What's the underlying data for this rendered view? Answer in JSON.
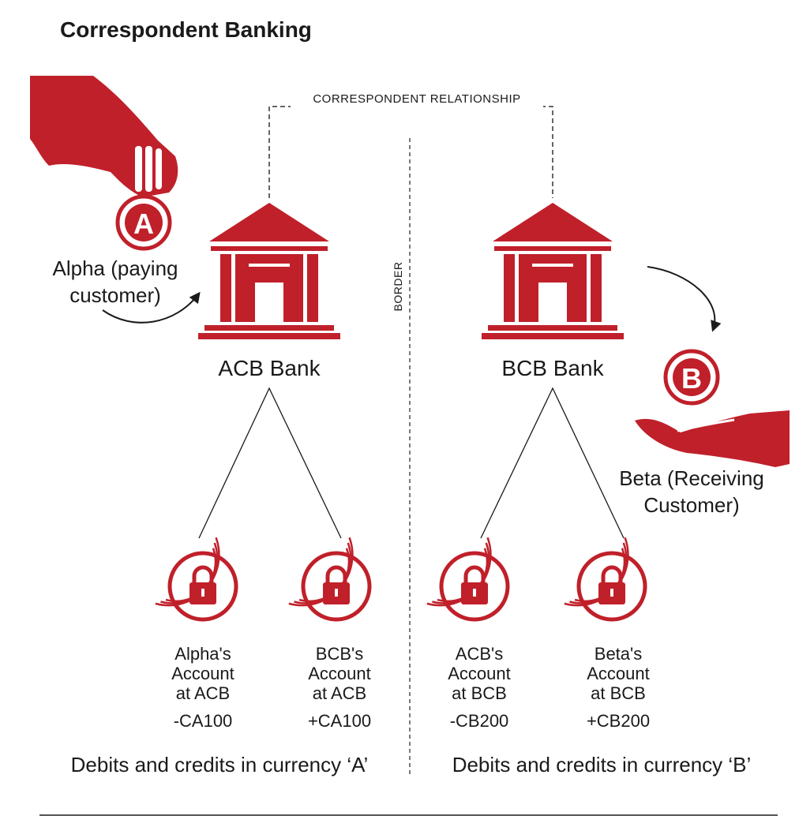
{
  "title": "Correspondent Banking",
  "relationship_label": "CORRESPONDENT RELATIONSHIP",
  "border_label": "BORDER",
  "colors": {
    "accent": "#c0202a",
    "text": "#1a1a1a",
    "line": "#333333"
  },
  "payer": {
    "badge": "A",
    "label_lines": [
      "Alpha (paying",
      "customer)"
    ],
    "icon": "hand-dropping-coin-icon"
  },
  "receiver": {
    "badge": "B",
    "label_lines": [
      "Beta (Receiving",
      "Customer)"
    ],
    "icon": "open-hand-receiving-icon"
  },
  "banks": [
    {
      "name": "ACB Bank",
      "icon": "bank-building-icon"
    },
    {
      "name": "BCB Bank",
      "icon": "bank-building-icon"
    }
  ],
  "accounts": [
    {
      "lines": [
        "Alpha's",
        "Account",
        "at ACB"
      ],
      "amount": "-CA100",
      "icon": "padlock-icon"
    },
    {
      "lines": [
        "BCB's",
        "Account",
        "at ACB"
      ],
      "amount": "+CA100",
      "icon": "padlock-icon"
    },
    {
      "lines": [
        "ACB's",
        "Account",
        "at BCB"
      ],
      "amount": "-CB200",
      "icon": "padlock-icon"
    },
    {
      "lines": [
        "Beta's",
        "Account",
        "at BCB"
      ],
      "amount": "+CB200",
      "icon": "padlock-icon"
    }
  ],
  "footers": [
    "Debits and credits in currency ‘A’",
    "Debits and credits in currency ‘B’"
  ]
}
